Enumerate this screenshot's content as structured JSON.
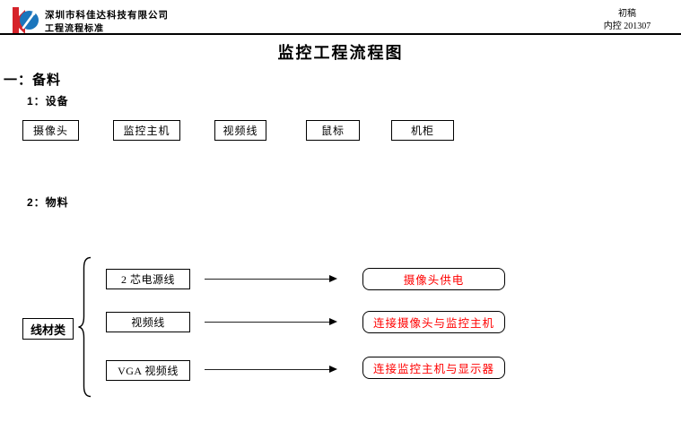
{
  "header": {
    "company_name": "深圳市科佳达科技有限公司",
    "company_subtitle": "工程流程标准",
    "draft_status": "初稿",
    "doc_number": "内控 201307"
  },
  "title": "监控工程流程图",
  "sections": {
    "section1_label": "一：备料",
    "sub1_label": "1：设备",
    "sub2_label": "2：物料"
  },
  "equipment": {
    "items": [
      "摄像头",
      "监控主机",
      "视频线",
      "鼠标",
      "机柜"
    ]
  },
  "materials": {
    "category_label": "线材类",
    "rows": [
      {
        "cable": "2 芯电源线",
        "result": "摄像头供电"
      },
      {
        "cable": "视频线",
        "result": "连接摄像头与监控主机"
      },
      {
        "cable": "VGA 视频线",
        "result": "连接监控主机与显示器"
      }
    ]
  },
  "colors": {
    "logo_red": "#D6232A",
    "logo_blue": "#1B75BC",
    "result_text": "#FF0000",
    "line": "#000000"
  }
}
